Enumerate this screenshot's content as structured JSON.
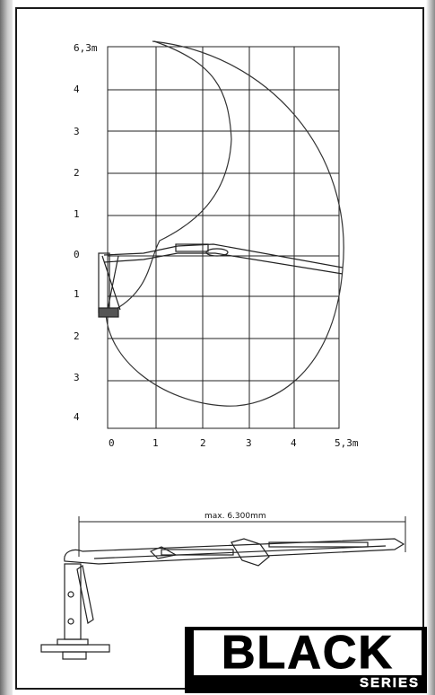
{
  "diagram": {
    "y_ticks": [
      "6,3m",
      "4",
      "3",
      "2",
      "1",
      "0",
      "1",
      "2",
      "3",
      "4"
    ],
    "x_ticks": [
      "0",
      "1",
      "2",
      "3",
      "4",
      "5,3m"
    ],
    "dimension_label": "max. 6.300mm"
  },
  "logo": {
    "line1": "BLACK",
    "line2": "SERIES"
  }
}
